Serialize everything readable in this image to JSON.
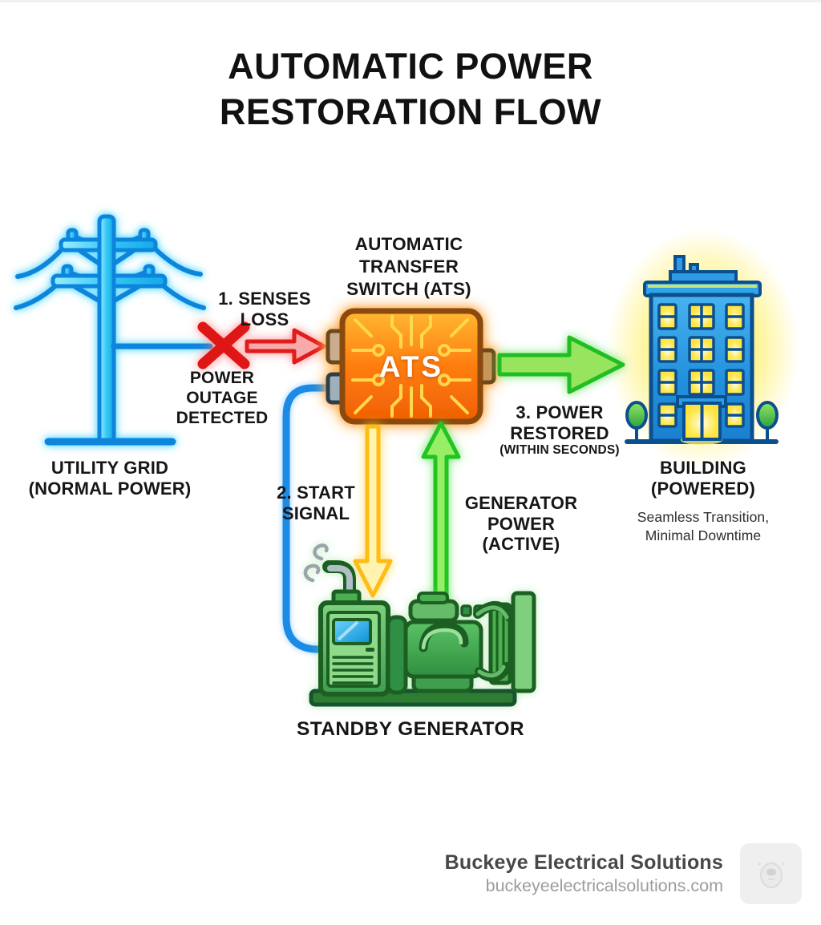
{
  "title": "AUTOMATIC POWER\nRESTORATION FLOW",
  "nodes": {
    "utility_grid": {
      "label": "UTILITY GRID\n(NORMAL POWER)",
      "icon": "power-pole-icon"
    },
    "ats": {
      "label": "AUTOMATIC\nTRANSFER\nSWITCH (ATS)",
      "chip_text": "ATS",
      "icon": "transfer-switch-chip-icon"
    },
    "building": {
      "label": "BUILDING\n(POWERED)",
      "sublabel": "Seamless Transition,\nMinimal Downtime",
      "icon": "office-building-icon"
    },
    "generator": {
      "label": "STANDBY GENERATOR",
      "icon": "standby-generator-icon"
    }
  },
  "steps": {
    "step1": {
      "label": "1. SENSES\nLOSS",
      "note": "POWER\nOUTAGE\nDETECTED",
      "icon": "red-x-icon"
    },
    "step2": {
      "label": "2. START\nSIGNAL",
      "icon": "start-signal-wire"
    },
    "step3": {
      "label": "3. POWER\nRESTORED",
      "note": "(WITHIN SECONDS)",
      "icon": "green-arrow-icon"
    },
    "generator_power": {
      "label": "GENERATOR\nPOWER\n(ACTIVE)",
      "icon": "green-up-arrow-icon"
    }
  },
  "footer": {
    "brand": "Buckeye Electrical Solutions",
    "website": "buckeyeelectricalsolutions.com",
    "logo_icon": "lightbulb-watermark-icon"
  },
  "colors": {
    "pole_blue": "#0a85dd",
    "pole_cyan": "#35c8f5",
    "outage_red": "#e01b1b",
    "ats_orange": "#ff7d0e",
    "ats_border": "#8a4a0c",
    "trace_yellow": "#ffd84d",
    "signal_yellow": "#ffbb12",
    "power_green": "#23c423",
    "wire_blue": "#1f8be6",
    "building_blue": "#2e9be6",
    "building_outline": "#0b4f8f",
    "window_yellow": "#ffd928",
    "generator_green": "#3f9e4f",
    "generator_outline": "#1b5e20",
    "glow_yellow": "#fff176"
  }
}
